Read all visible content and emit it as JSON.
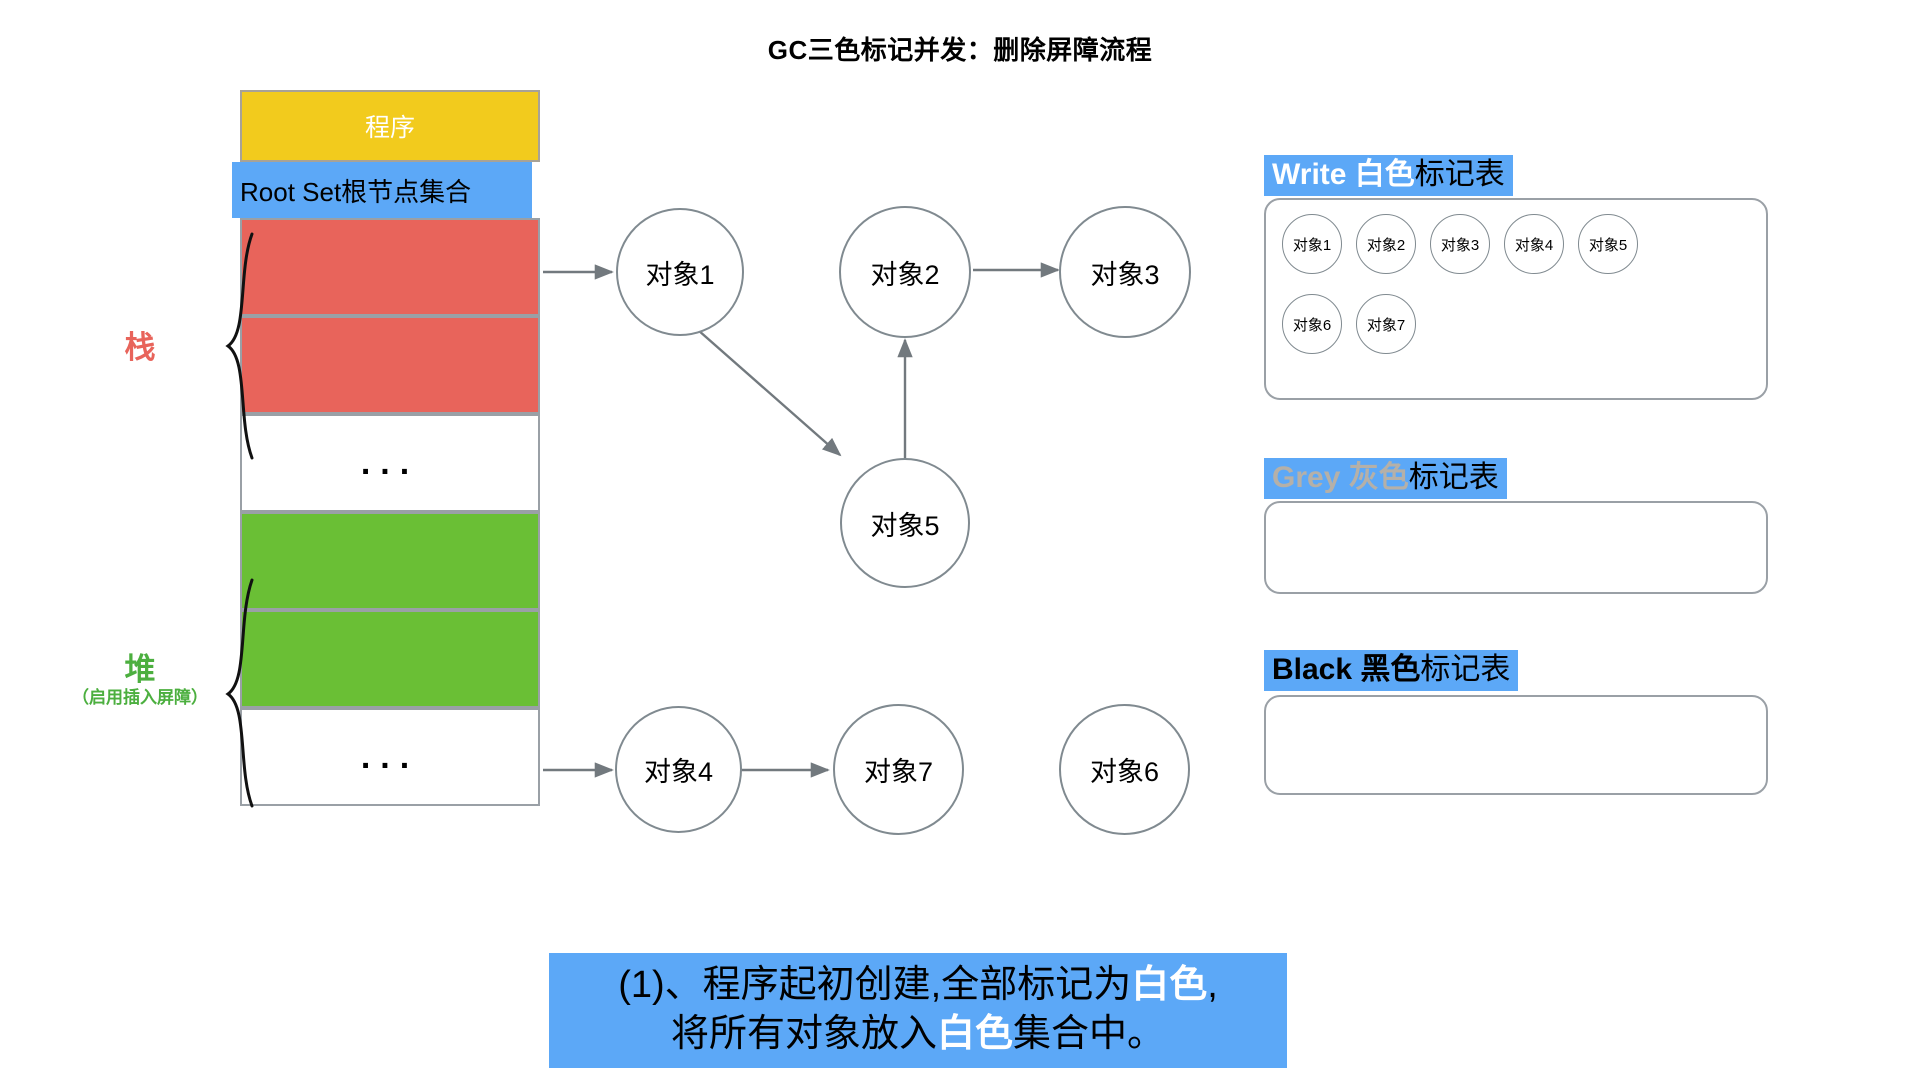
{
  "title": "GC三色标记并发：删除屏障流程",
  "memory": {
    "program_label": "程序",
    "rootset_label": "Root Set根节点集合",
    "blocks": [
      {
        "kind": "red",
        "label": ""
      },
      {
        "kind": "red",
        "label": ""
      },
      {
        "kind": "blank",
        "label": "..."
      },
      {
        "kind": "green",
        "label": ""
      },
      {
        "kind": "green",
        "label": ""
      },
      {
        "kind": "blank",
        "label": "..."
      }
    ],
    "stack_label": "栈",
    "heap_label": "堆",
    "heap_sublabel": "（启用插入屏障）"
  },
  "graph": {
    "nodes": [
      {
        "id": "obj1",
        "label": "对象1"
      },
      {
        "id": "obj2",
        "label": "对象2"
      },
      {
        "id": "obj3",
        "label": "对象3"
      },
      {
        "id": "obj5",
        "label": "对象5"
      },
      {
        "id": "obj4",
        "label": "对象4"
      },
      {
        "id": "obj7",
        "label": "对象7"
      },
      {
        "id": "obj6",
        "label": "对象6"
      }
    ],
    "edges": [
      {
        "from": "root-stack",
        "to": "obj1"
      },
      {
        "from": "obj1",
        "to": "obj5"
      },
      {
        "from": "obj5",
        "to": "obj2"
      },
      {
        "from": "obj2",
        "to": "obj3"
      },
      {
        "from": "root-heap",
        "to": "obj4"
      },
      {
        "from": "obj4",
        "to": "obj7"
      }
    ]
  },
  "panels": [
    {
      "id": "white",
      "head_keyword": "Write 白色",
      "head_tail": "标记表",
      "keyword_color": "#ffffff",
      "items": [
        "对象1",
        "对象2",
        "对象3",
        "对象4",
        "对象5",
        "对象6",
        "对象7"
      ]
    },
    {
      "id": "grey",
      "head_keyword": "Grey 灰色",
      "head_tail": "标记表",
      "keyword_color": "#b5b0a8",
      "items": []
    },
    {
      "id": "black",
      "head_keyword": "Black 黑色",
      "head_tail": "标记表",
      "keyword_color": "#000000",
      "items": []
    }
  ],
  "caption": {
    "line1_a": "(1)、程序起初创建,全部标记为",
    "line1_hl": "白色",
    "line1_b": ",",
    "line2_a": "将所有对象放入",
    "line2_hl": "白色",
    "line2_b": "集合中。"
  },
  "colors": {
    "accent_blue": "#5ca8f7",
    "program_yellow": "#f2cb1d",
    "stack_red": "#e8645b",
    "heap_green": "#6abf35",
    "border_grey": "#9aa0a6",
    "node_border": "#808a90"
  }
}
